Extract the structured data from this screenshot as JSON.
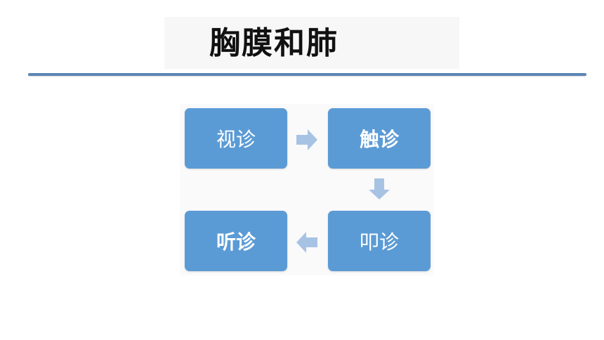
{
  "title": "胸膜和肺",
  "colors": {
    "accent_line": "#5b86b6",
    "step_fill": "#5b9bd5",
    "arrow_fill": "#a7c3e4",
    "step_text": "#ffffff"
  },
  "steps": [
    {
      "label": "视诊"
    },
    {
      "label": "触诊"
    },
    {
      "label": "叩诊"
    },
    {
      "label": "听诊"
    }
  ],
  "arrows": [
    {
      "direction": "right",
      "icon": "arrow-right-icon"
    },
    {
      "direction": "down",
      "icon": "arrow-down-icon"
    },
    {
      "direction": "left",
      "icon": "arrow-left-icon"
    }
  ]
}
